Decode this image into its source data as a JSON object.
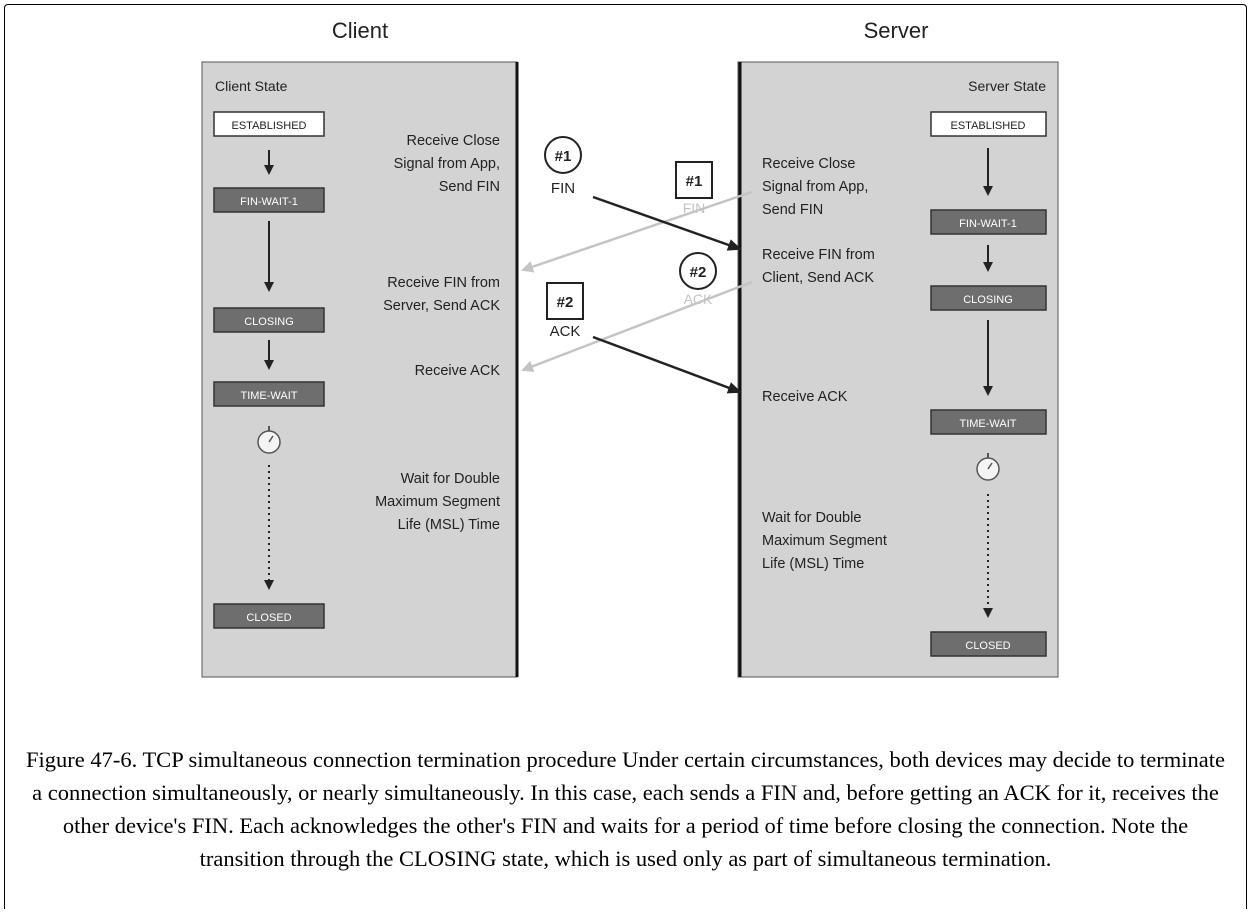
{
  "client": {
    "title": "Client",
    "state_heading": "Client State",
    "states": [
      "ESTABLISHED",
      "FIN-WAIT-1",
      "CLOSING",
      "TIME-WAIT",
      "CLOSED"
    ],
    "events": {
      "close": [
        "Receive Close",
        "Signal from App,",
        "Send FIN"
      ],
      "recv_fin": [
        "Receive FIN from",
        "Server, Send ACK"
      ],
      "recv_ack": [
        "Receive ACK"
      ],
      "wait": [
        "Wait for Double",
        "Maximum Segment",
        "Life (MSL) Time"
      ]
    }
  },
  "server": {
    "title": "Server",
    "state_heading": "Server State",
    "states": [
      "ESTABLISHED",
      "FIN-WAIT-1",
      "CLOSING",
      "TIME-WAIT",
      "CLOSED"
    ],
    "events": {
      "close": [
        "Receive Close",
        "Signal from App,",
        "Send FIN"
      ],
      "recv_fin": [
        "Receive FIN from",
        "Client, Send ACK"
      ],
      "recv_ack": [
        "Receive ACK"
      ],
      "wait": [
        "Wait for Double",
        "Maximum Segment",
        "Life (MSL) Time"
      ]
    }
  },
  "messages": {
    "client_fin": {
      "num": "#1",
      "label": "FIN"
    },
    "client_ack": {
      "num": "#2",
      "label": "ACK"
    },
    "server_fin": {
      "num": "#1",
      "label": "FIN"
    },
    "server_ack": {
      "num": "#2",
      "label": "ACK"
    }
  },
  "caption": "Figure 47-6. TCP simultaneous connection termination procedure Under certain circumstances, both devices may decide to terminate a connection simultaneously, or nearly simultaneously. In this case, each sends a FIN and, before getting an ACK for it, receives the other device's FIN. Each acknowledges the other's FIN and waits for a period of time before closing the connection. Note the transition through the CLOSING state, which is used only as part of simultaneous termination.",
  "colors": {
    "panel": "#d3d3d3",
    "state_box": "#6e6e6e",
    "state_box_light": "#ffffff",
    "faded_arrow": "#c4c4c4"
  }
}
